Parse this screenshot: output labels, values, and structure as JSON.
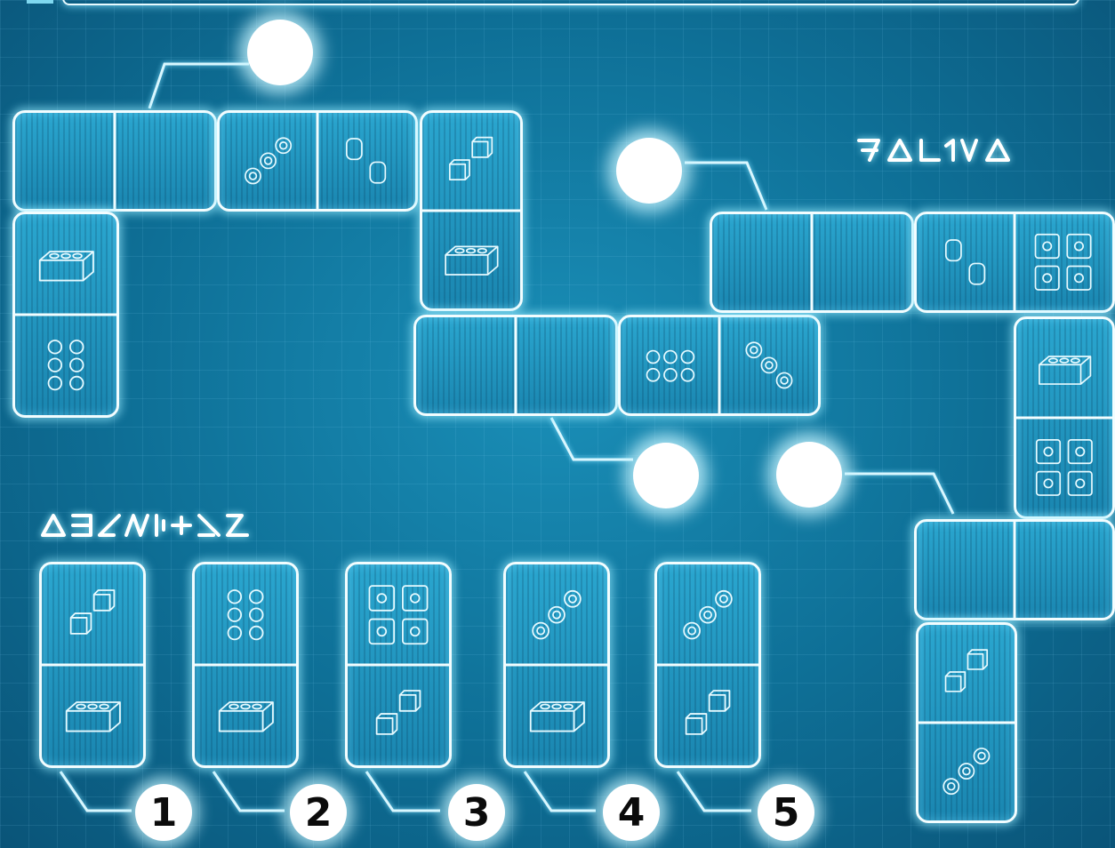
{
  "colors": {
    "background": "#0e6f96",
    "tile_border": "#f2fdff",
    "tile_fill": "#1f94c0",
    "glow": "#ffffff"
  },
  "chain_tiles": [
    {
      "id": "c1",
      "ends": [
        "blank",
        "blank"
      ]
    },
    {
      "id": "c2",
      "ends": [
        "round-studs-3",
        "cylinder-2"
      ]
    },
    {
      "id": "c3",
      "ends": [
        "brick-1x1-2",
        "brick-2x4"
      ]
    },
    {
      "id": "c4",
      "ends": [
        "blank",
        "blank"
      ]
    },
    {
      "id": "c5",
      "ends": [
        "round-studs-6",
        "round-studs-3"
      ]
    },
    {
      "id": "c6",
      "ends": [
        "brick-2x4",
        "round-studs-6"
      ]
    },
    {
      "id": "c7",
      "ends": [
        "blank",
        "blank"
      ]
    },
    {
      "id": "c8",
      "ends": [
        "cylinder-2",
        "plate-2x2-4"
      ]
    },
    {
      "id": "c9",
      "ends": [
        "brick-2x4",
        "plate-2x2-4"
      ]
    },
    {
      "id": "c10",
      "ends": [
        "blank",
        "blank"
      ]
    },
    {
      "id": "c11",
      "ends": [
        "brick-1x1-2",
        "round-studs-3"
      ]
    }
  ],
  "answer_tiles": [
    {
      "number": "1",
      "ends": [
        "brick-1x1-2",
        "brick-2x4"
      ]
    },
    {
      "number": "2",
      "ends": [
        "round-studs-6",
        "brick-2x4"
      ]
    },
    {
      "number": "3",
      "ends": [
        "plate-2x2-4",
        "brick-1x1-2"
      ]
    },
    {
      "number": "4",
      "ends": [
        "round-studs-3",
        "brick-2x4"
      ]
    },
    {
      "number": "5",
      "ends": [
        "round-studs-3",
        "brick-1x1-2"
      ]
    }
  ],
  "glyph_labels": [
    "aurebesh-heading-right",
    "aurebesh-heading-left"
  ]
}
